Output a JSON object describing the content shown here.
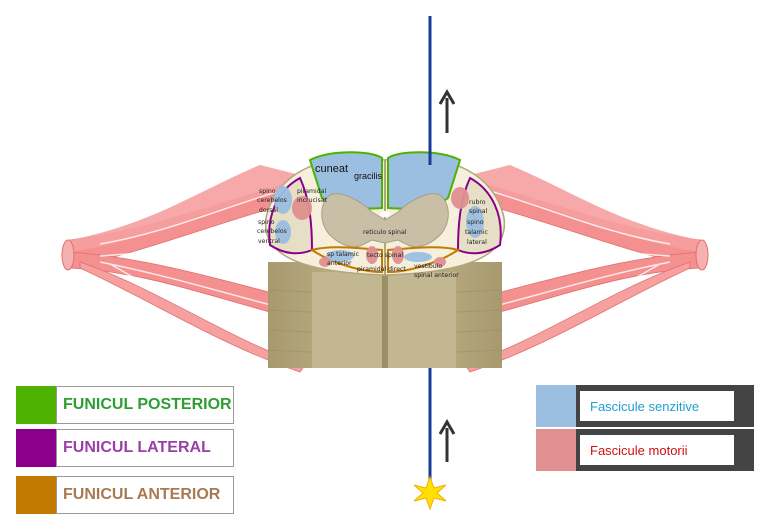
{
  "tracts": {
    "cuneat": "cuneat",
    "gracilis": "gracilis",
    "spino_cerebelos_dorsal": [
      "spino",
      "cerebelos",
      "dorsal"
    ],
    "spino_cerebelos_ventral": [
      "spino",
      "cerebelos",
      "ventral"
    ],
    "piramidal_incrucisat": [
      "piramidal",
      "incrucisat"
    ],
    "reticulo_spinal": "reticulo spinal",
    "sp_talamic_anterior": [
      "sp talamic",
      "anterior"
    ],
    "tecto_spinal": "tecto spinal",
    "piramidal_direct": "piramidal direct",
    "vestibulo_spinal_anterior": [
      "vestibulo",
      "spinal anterior"
    ],
    "rubro_spinal": [
      "rubro",
      "spinal"
    ],
    "spino_talamic_lateral": [
      "spino",
      "talamic",
      "lateral"
    ]
  },
  "funiculi": [
    {
      "label": "FUNICUL POSTERIOR",
      "color": "#4db300",
      "text_color": "#2e9e33"
    },
    {
      "label": "FUNICUL LATERAL",
      "color": "#8a008a",
      "text_color": "#9b3fa8"
    },
    {
      "label": "FUNICUL ANTERIOR",
      "color": "#c37a00",
      "text_color": "#a87a52"
    }
  ],
  "fascicles": [
    {
      "label": "Fascicule senzitive",
      "color": "#9bbfe0",
      "text_color": "#1f9fd0"
    },
    {
      "label": "Fascicule motorii",
      "color": "#e09090",
      "text_color": "#d01010"
    }
  ],
  "colors": {
    "nerve_line": "#1a3a9a",
    "arrow": "#333333",
    "star": "#ffe000",
    "root": "#f48c8c",
    "grey_matter": "#c8bfa6",
    "white_matter": "#f5efdc",
    "cord_body": "#b3a57e"
  },
  "icons": {
    "arrow_top": "arrow-up-icon",
    "arrow_bottom": "arrow-up-icon",
    "stimulus": "star-burst-icon"
  }
}
